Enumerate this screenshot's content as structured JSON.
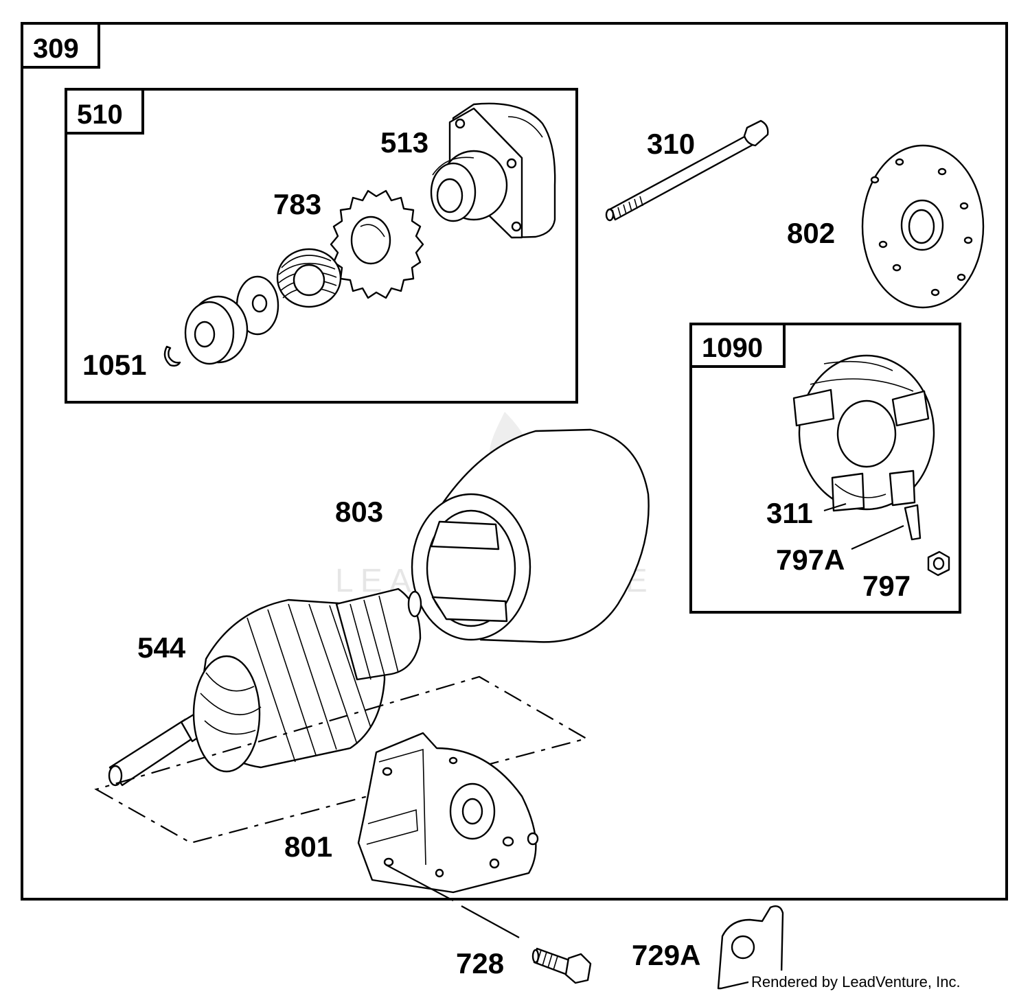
{
  "assemblies": [
    {
      "id": "309"
    },
    {
      "id": "510"
    },
    {
      "id": "1090"
    }
  ],
  "labels": {
    "l309": "309",
    "l510": "510",
    "l1090": "1090",
    "l513": "513",
    "l783": "783",
    "l1051": "1051",
    "l310": "310",
    "l802": "802",
    "l311": "311",
    "l797A": "797A",
    "l797": "797",
    "l803": "803",
    "l544": "544",
    "l801": "801",
    "l728": "728",
    "l729A": "729A"
  },
  "watermark": "LEADVENTURE",
  "credit": "Rendered by LeadVenture, Inc."
}
